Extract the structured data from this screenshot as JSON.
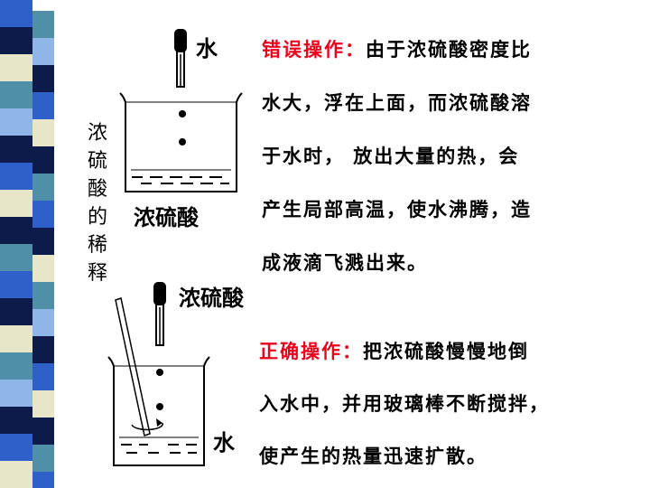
{
  "side_title": [
    "浓",
    "硫",
    "酸",
    "的",
    "稀",
    "释"
  ],
  "top_diagram": {
    "pipette_label": "水",
    "beaker_label": "浓硫酸"
  },
  "bottom_diagram": {
    "pipette_label": "浓硫酸",
    "beaker_label": "水"
  },
  "wrong": {
    "lead": "错误操作：",
    "lines": [
      "由于浓硫酸密度比",
      "水大，浮在上面，而浓硫酸溶",
      "于水时， 放出大量的热，会",
      "产生局部高温，使水沸腾，造",
      "成液滴飞溅出来。"
    ]
  },
  "right": {
    "lead": "正确操作：",
    "lines": [
      "把浓硫酸慢慢地倒",
      "入水中，并用玻璃棒不断搅拌，",
      "使产生的热量迅速扩散。"
    ]
  },
  "colors": {
    "lead_text": "#e8001c",
    "stripe_blue": "#2f5fc8",
    "stripe_navy": "#0d1b4a",
    "stripe_teal": "#4f8fa8",
    "stripe_cream": "#e8e6c8",
    "stripe_light": "#8fb6e6"
  }
}
